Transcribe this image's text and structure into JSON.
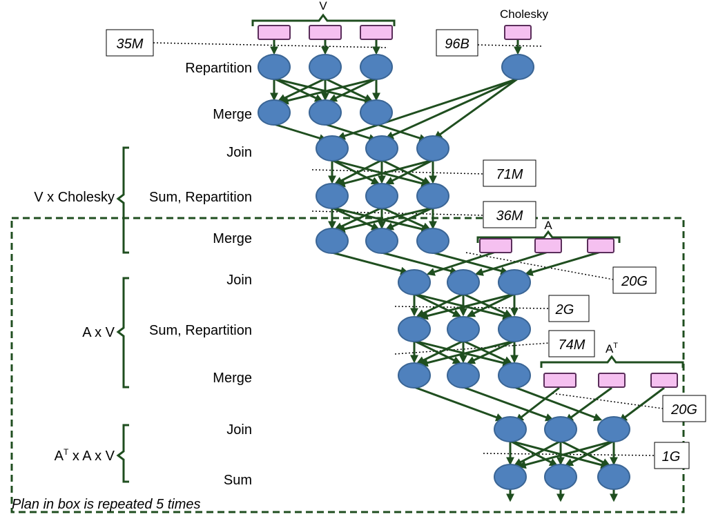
{
  "input_labels": {
    "v": "V",
    "cholesky": "Cholesky",
    "a": "A",
    "at_base": "A",
    "at_sup": "T"
  },
  "stage_labels": {
    "repartition": "Repartition",
    "merge1": "Merge",
    "join1": "Join",
    "sum_repartition1": "Sum, Repartition",
    "merge2": "Merge",
    "join2": "Join",
    "sum_repartition2": "Sum, Repartition",
    "merge3": "Merge",
    "join3": "Join",
    "sum": "Sum"
  },
  "groups": {
    "v_x_cholesky": "V x Cholesky",
    "a_x_v": "A x V",
    "at_x_a_x_v_base": "A",
    "at_x_a_x_v_sup": "T",
    "at_x_a_x_v_rest": "x A x V"
  },
  "sizes": {
    "s35m": "35M",
    "s96b": "96B",
    "s71m": "71M",
    "s36m": "36M",
    "s20g_a": "20G",
    "s2g": "2G",
    "s74m": "74M",
    "s20g_b": "20G",
    "s1g": "1G"
  },
  "note": "Plan in box is repeated 5 times",
  "colors": {
    "node": "#4f81bd",
    "input": "#f5c0f0",
    "edge": "#1f4e1f"
  }
}
